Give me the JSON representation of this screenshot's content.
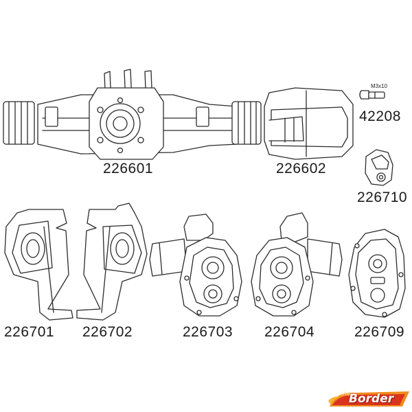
{
  "parts": [
    {
      "id": "axle-housing",
      "number": "226601"
    },
    {
      "id": "diff-cover",
      "number": "226602"
    },
    {
      "id": "screw-pin",
      "number": "42208",
      "spec": "M3x10"
    },
    {
      "id": "small-bracket",
      "number": "226710"
    },
    {
      "id": "steering-knuckle-left",
      "number": "226701"
    },
    {
      "id": "steering-knuckle-right",
      "number": "226702"
    },
    {
      "id": "portal-housing-left",
      "number": "226703"
    },
    {
      "id": "portal-housing-right",
      "number": "226704"
    },
    {
      "id": "portal-cover",
      "number": "226709"
    }
  ],
  "logo": {
    "small": "the",
    "main": "Border"
  },
  "colors": {
    "line": "#2a2a2a",
    "fill": "#ffffff",
    "logo_red": "#d8341e",
    "logo_orange": "#f28a1c"
  }
}
